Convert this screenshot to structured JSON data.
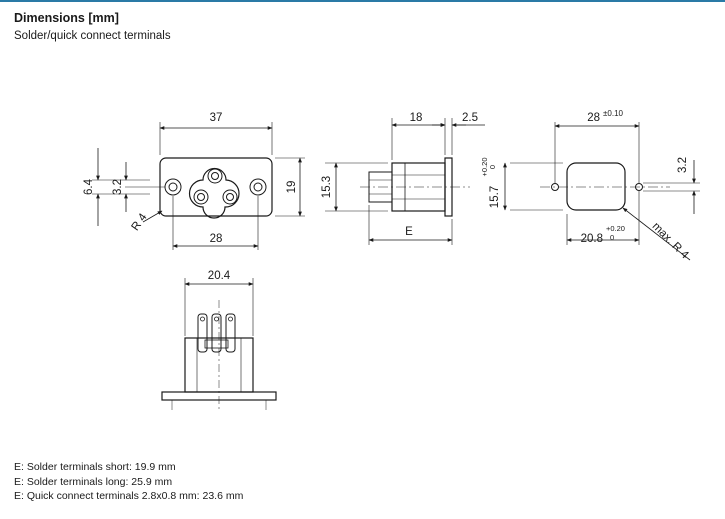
{
  "header": {
    "title": "Dimensions [mm]",
    "subtitle": "Solder/quick connect terminals"
  },
  "front_view": {
    "width_top": "37",
    "pitch_bottom": "28",
    "height_right": "19",
    "left_outer": "6.4",
    "left_inner": "3.2",
    "radius": "R 4"
  },
  "side_view": {
    "top_width": "18",
    "flange": "2.5",
    "height": "15.3",
    "depth": "E"
  },
  "cutout_view": {
    "width": "28",
    "width_tol": "±0.10",
    "height": "15.7",
    "height_tol_plus": "+0.20",
    "height_tol_zero": "0",
    "hole_dim": "3.2",
    "offset": "20.8",
    "offset_tol_plus": "+0.20",
    "offset_tol_zero": "0",
    "radius": "max. R 4"
  },
  "bottom_view": {
    "width": "20.4"
  },
  "notes": [
    "E: Solder terminals short: 19.9 mm",
    "E: Solder terminals long: 25.9 mm",
    "E: Quick connect terminals 2.8x0.8 mm: 23.6 mm"
  ]
}
